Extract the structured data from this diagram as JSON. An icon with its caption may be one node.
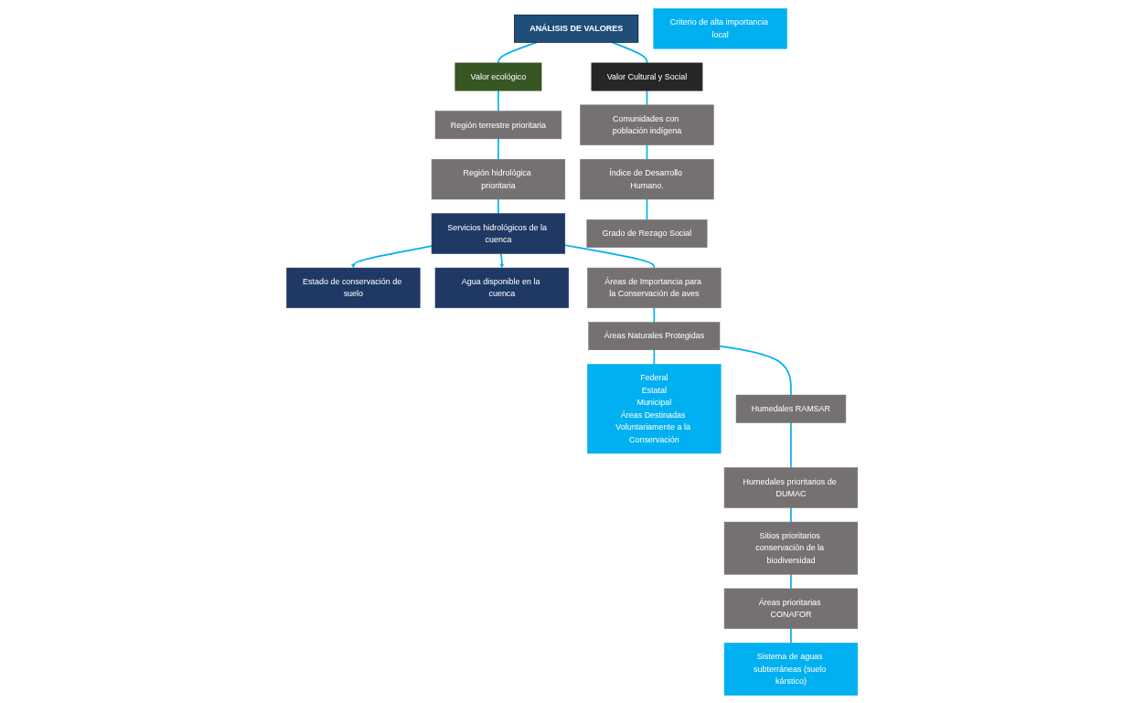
{
  "diagram": {
    "nodes": [
      {
        "text": [
          "ANÁLISIS DE VALORES"
        ]
      },
      {
        "text": [
          "Valor ecológico"
        ]
      },
      {
        "text": [
          "Valor Cultural y Social"
        ]
      },
      {
        "text": [
          "Región terrestre prioritaria"
        ]
      },
      {
        "text": [
          "Región hidrológica prioritaria"
        ]
      },
      {
        "text": [
          "Servicios hidrológicos de la cuenca"
        ]
      },
      {
        "text": [
          "Estado de conservación de suelo"
        ]
      },
      {
        "text": [
          "Agua disponible en la cuenca"
        ]
      },
      {
        "text": [
          "Áreas de Importancia para la Conservación de aves"
        ]
      },
      {
        "text": [
          "Áreas Naturales Protegidas"
        ]
      },
      {
        "text": [
          "Federal",
          "Estatal",
          "Municipal",
          "Áreas Destinadas Voluntariamente a la Conservación"
        ]
      },
      {
        "text": [
          "Humedales RAMSAR"
        ]
      },
      {
        "text": [
          "Humedales prioritarios de DUMAC"
        ]
      },
      {
        "text": [
          "Sitios prioritarios conservación de la biodiversidad"
        ]
      },
      {
        "text": [
          "Áreas prioritarias CONAFOR"
        ]
      },
      {
        "text": [
          "Sistema de aguas subterráneas (suelo kárstico)"
        ]
      },
      {
        "text": [
          "Criterio de alta importancia local"
        ]
      },
      {
        "text": [
          "Comunidades con población indígena"
        ]
      },
      {
        "text": [
          "Índice de Desarrollo Humano."
        ]
      },
      {
        "text": [
          "Grado de Rezago Social"
        ]
      }
    ],
    "edges": [
      {
        "from": 0,
        "to": 1,
        "arrow": "none"
      },
      {
        "from": 0,
        "to": 2,
        "arrow": "none"
      },
      {
        "from": 1,
        "to": 3,
        "arrow": "none"
      },
      {
        "from": 3,
        "to": 4,
        "arrow": "none"
      },
      {
        "from": 4,
        "to": 5,
        "arrow": "none"
      },
      {
        "from": 5,
        "to": 6,
        "arrow": "to"
      },
      {
        "from": 5,
        "to": 7,
        "arrow": "to"
      },
      {
        "from": 5,
        "to": 8,
        "arrow": "none"
      },
      {
        "from": 8,
        "to": 9,
        "arrow": "none"
      },
      {
        "from": 9,
        "to": 10,
        "arrow": "none"
      },
      {
        "from": 9,
        "to": 11,
        "arrow": "none"
      },
      {
        "from": 11,
        "to": 12,
        "arrow": "none"
      },
      {
        "from": 12,
        "to": 13,
        "arrow": "none"
      },
      {
        "from": 13,
        "to": 14,
        "arrow": "none"
      },
      {
        "from": 14,
        "to": 15,
        "arrow": "none"
      },
      {
        "from": 2,
        "to": 17,
        "arrow": "none"
      },
      {
        "from": 17,
        "to": 18,
        "arrow": "none"
      },
      {
        "from": 18,
        "to": 19,
        "arrow": "none"
      }
    ]
  }
}
